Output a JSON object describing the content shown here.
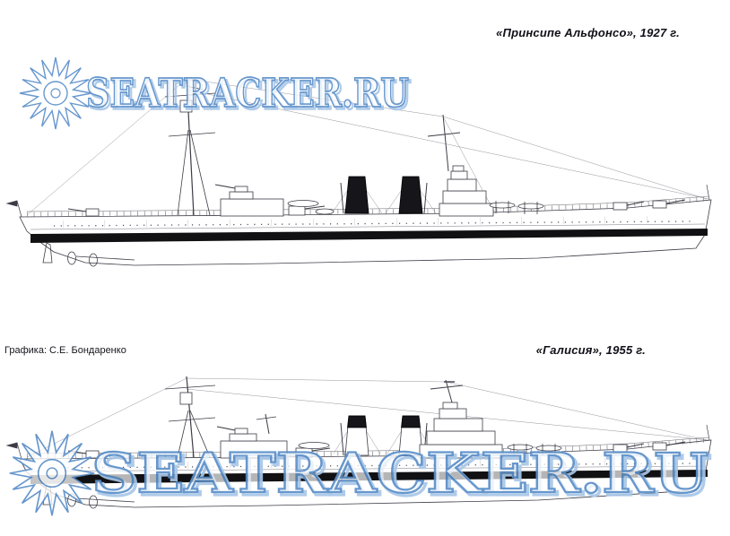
{
  "plate": {
    "top_label": "«Принсипе Альфонсо», 1927 г.",
    "bottom_label": "«Галисия», 1955 г.",
    "credit": "Графика: С.Е. Бондаренко"
  },
  "watermark": {
    "text": "SEATRACKER.RU",
    "color": "#5b8fc9"
  },
  "colors": {
    "ink": "#3c3c46",
    "hull_band": "#111114",
    "watermark_blue": "#5b8fc9",
    "watermark_shadow": "#a9c7e8"
  }
}
